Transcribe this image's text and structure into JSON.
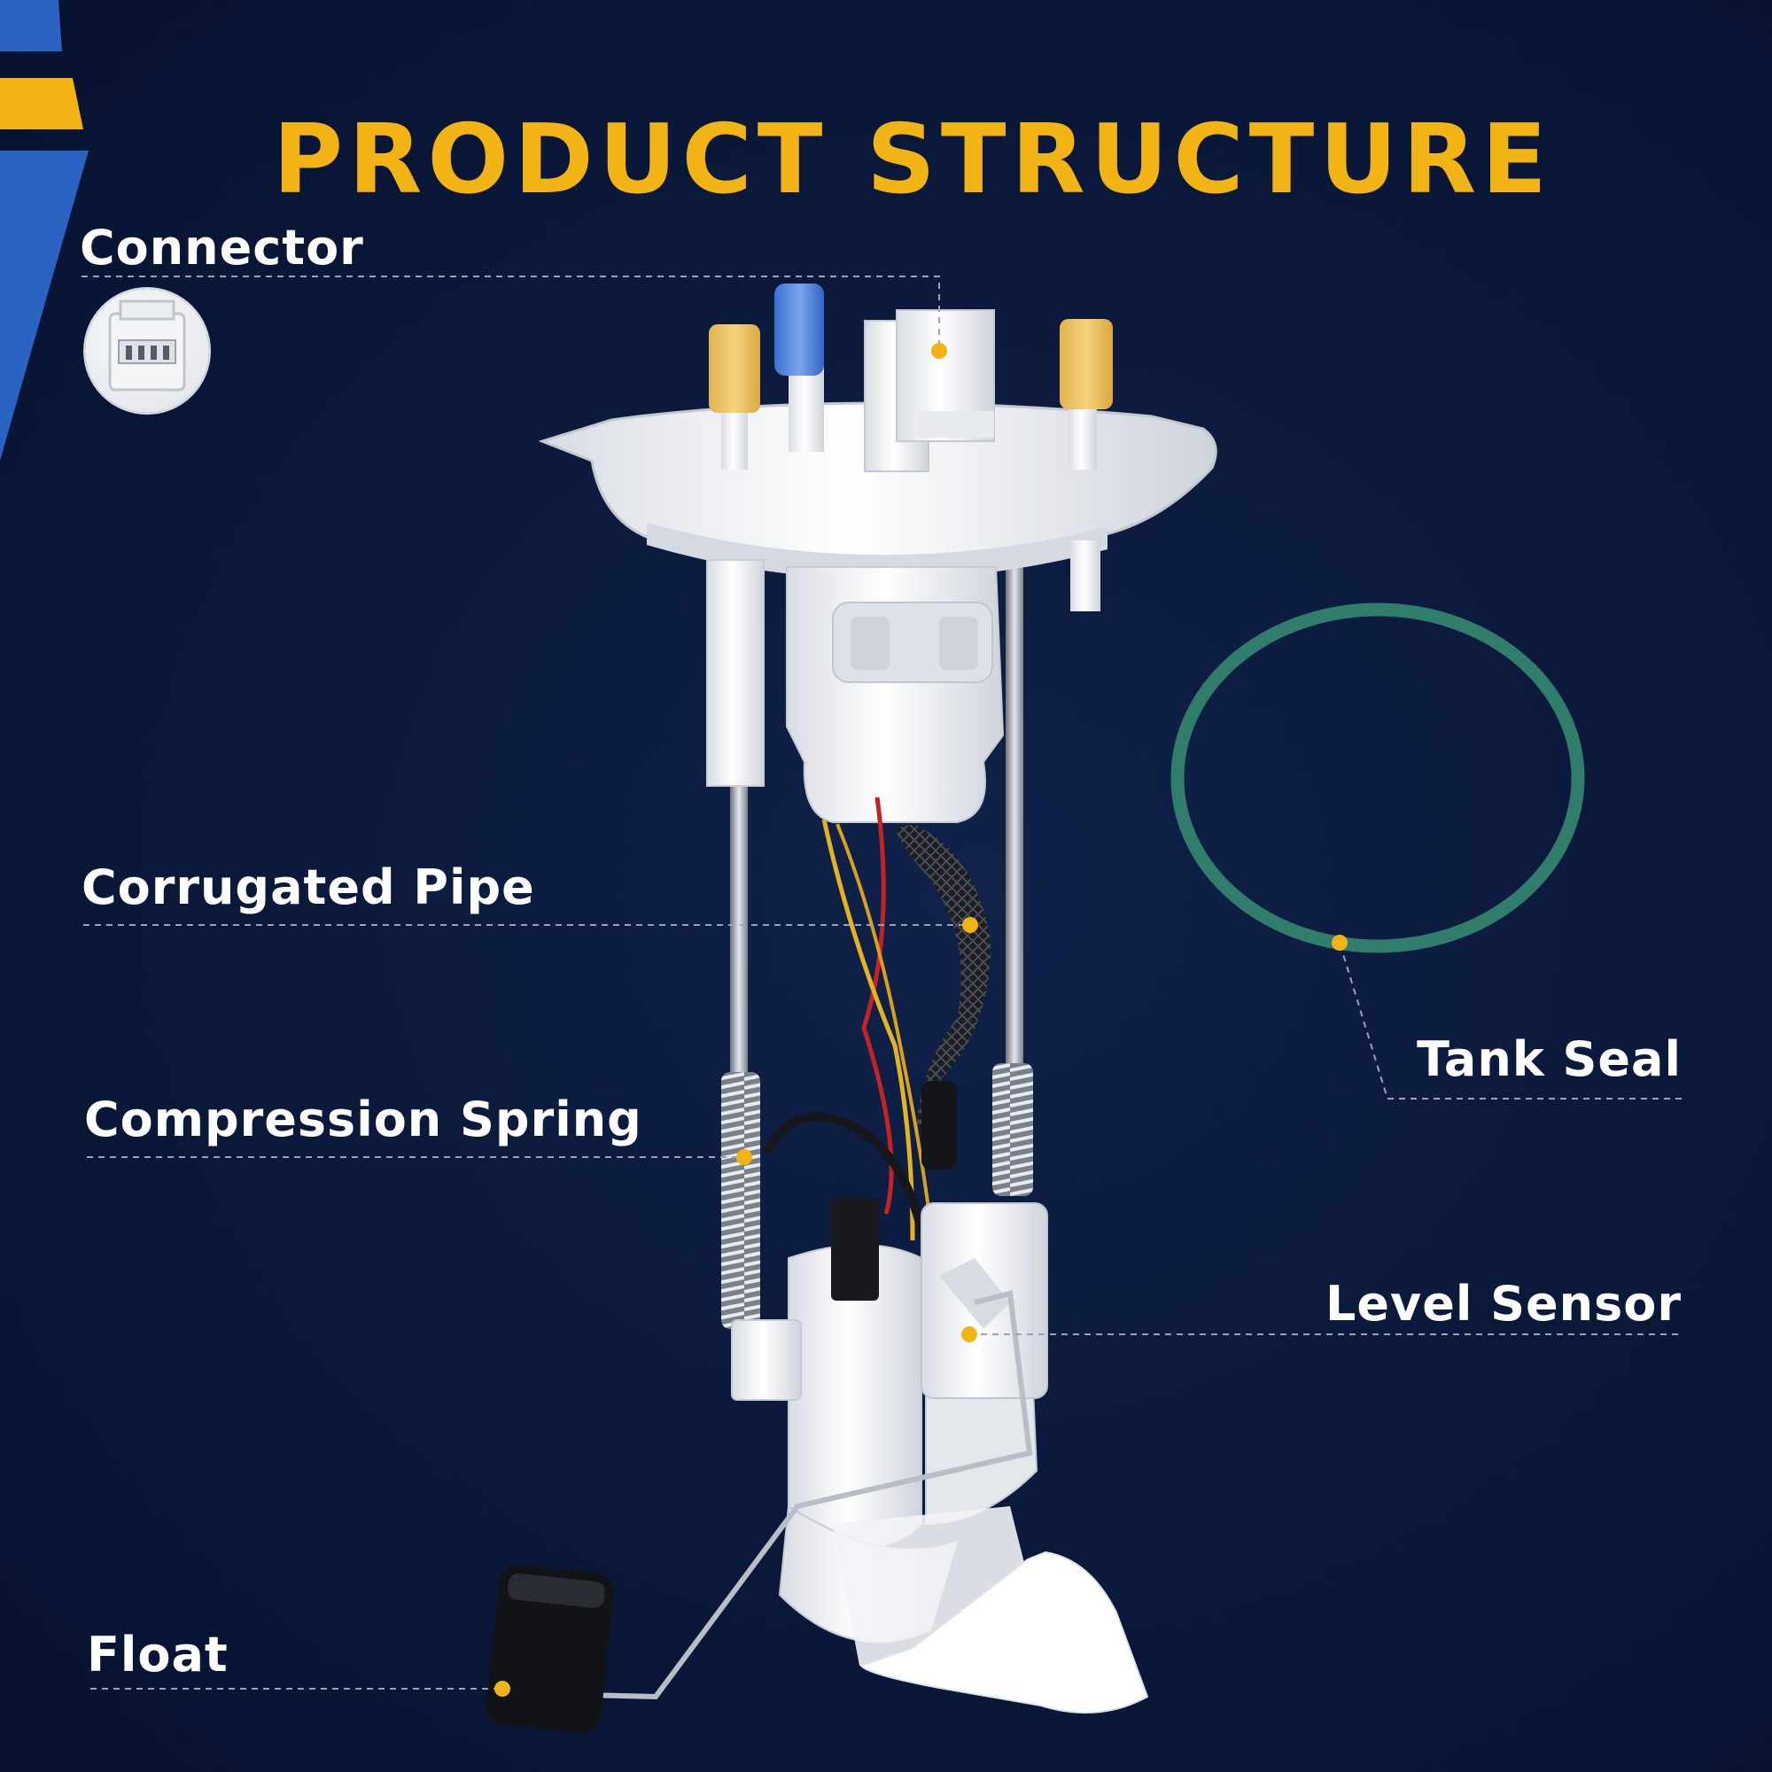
{
  "title": "PRODUCT STRUCTURE",
  "colors": {
    "accent": "#f2b315",
    "background": "#0b1a3c",
    "corner_blue": "#2a63c2",
    "leader_line": "#9aa3b5",
    "seal_green": "#2f7d6a"
  },
  "parts": {
    "connector": "Connector",
    "corrugated_pipe": "Corrugated Pipe",
    "compression_spring": "Compression Spring",
    "tank_seal": "Tank Seal",
    "level_sensor": "Level Sensor",
    "float": "Float"
  },
  "icons": [
    "connector-plug-icon"
  ]
}
